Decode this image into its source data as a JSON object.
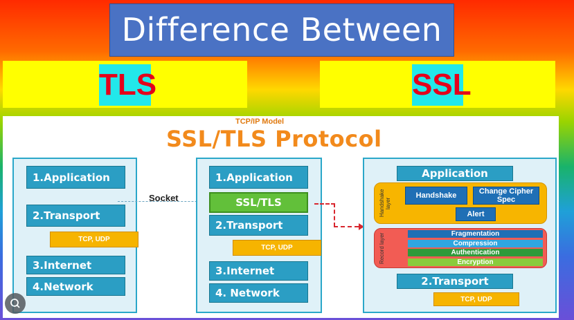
{
  "header": {
    "title": "Difference Between",
    "left_tag": "TLS",
    "right_tag": "SSL"
  },
  "diagram": {
    "model_label": "TCP/IP Model",
    "protocol_title": "SSL/TLS Protocol",
    "socket_label": "Socket",
    "left_stack": {
      "application": "1.Application",
      "transport": "2.Transport",
      "tcp_udp": "TCP, UDP",
      "internet": "3.Internet",
      "network": "4.Network"
    },
    "middle_stack": {
      "application": "1.Application",
      "ssl_tls": "SSL/TLS",
      "transport": "2.Transport",
      "tcp_udp": "TCP, UDP",
      "internet": "3.Internet",
      "network": "4. Network"
    },
    "right_stack": {
      "application": "Application",
      "handshake_layer_label": "Handshake layer",
      "handshake": "Handshake",
      "change_cipher_spec": "Change Cipher Spec",
      "alert": "Alert",
      "record_layer_label": "Record layer",
      "fragmentation": "Fragmentation",
      "compression": "Compression",
      "authentication": "Authentication",
      "encryption": "Encryption",
      "transport": "2.Transport",
      "tcp_udp": "TCP, UDP"
    }
  },
  "colors": {
    "title_bg": "#4a72c4",
    "band": "#ffff00",
    "tag_bg": "#22e8ea",
    "tag_text": "#e4001b",
    "block": "#2b9ec4",
    "ssl_tls_block": "#62c03a",
    "tcp_udp": "#f6b400",
    "handshake_group": "#f7b500",
    "record_group": "#f25c54"
  },
  "icons": {
    "lens": "visual-search-icon"
  }
}
